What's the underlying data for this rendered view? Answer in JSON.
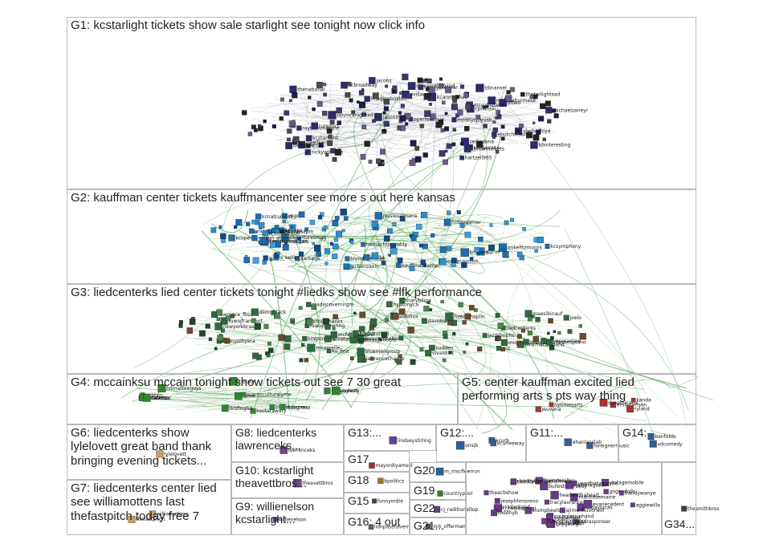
{
  "groups": [
    {
      "id": "G1",
      "label": "G1: kcstarlight tickets show sale starlight see tonight now click info"
    },
    {
      "id": "G2",
      "label": "G2: kauffman center tickets kauffmancenter see more s out here kansas"
    },
    {
      "id": "G3",
      "label": "G3: liedcenterks lied center tickets tonight #liedks show see #lfk performance"
    },
    {
      "id": "G4",
      "label": "G4: mccainksu mccain tonight show tickets out see 7 30 great"
    },
    {
      "id": "G5",
      "label": "G5: center kauffman excited lied performing arts s pts way thing"
    },
    {
      "id": "G6",
      "label": "G6: liedcenterks show lylelovett great band thank bringing evening tickets..."
    },
    {
      "id": "G7",
      "label": "G7: liedcenterks center lied see williamottens last thefastpitch today free 7"
    },
    {
      "id": "G8",
      "label": "G8: liedcenterks lawrenceks..."
    },
    {
      "id": "G9",
      "label": "G9: willienelson kcstarlight..."
    },
    {
      "id": "G10",
      "label": "G10: kcstarlight theavettbros..."
    },
    {
      "id": "G11",
      "label": "G11:..."
    },
    {
      "id": "G12",
      "label": "G12:..."
    },
    {
      "id": "G13",
      "label": "G13:..."
    },
    {
      "id": "G14",
      "label": "G14:"
    },
    {
      "id": "G15",
      "label": "G15"
    },
    {
      "id": "G16",
      "label": "G16: 4 out"
    },
    {
      "id": "G17",
      "label": "G17"
    },
    {
      "id": "G18",
      "label": "G18"
    },
    {
      "id": "G19",
      "label": "G19"
    },
    {
      "id": "G20",
      "label": "G20"
    },
    {
      "id": "G21",
      "label": "G21..."
    },
    {
      "id": "G22",
      "label": "G22"
    },
    {
      "id": "G34",
      "label": "G34..."
    }
  ],
  "node_labels": {
    "G1": [
      "shelbyfloyd",
      "raytamontagne",
      "ronmcknighted",
      "jakesh...",
      "hartzell965",
      "tdinansel",
      "thenational",
      "kcanmayfolk",
      "runpmcf",
      "ehutchinson",
      "michaelfranti",
      "kcstarlight",
      "melissaburmese",
      "jacobz",
      "mostlyspanish",
      "kcbroadway",
      "chicagotheband",
      "imagineboston",
      "thetwilightsad",
      "cpolinski",
      "deftones",
      "nickywichens",
      "chrisevans",
      "michaelzaneyr",
      "oftwo",
      "bbinteresting",
      "jasonmraz",
      "avillainlw",
      "rbrowntickets",
      "radiodana",
      "familytheyear",
      "mcsubsband",
      "pperfectfixie"
    ],
    "G2": [
      "kcpops",
      "vagon",
      "garbage",
      "bishopcrosson",
      "blondieofficial",
      "kempermuseum",
      "unionstationkc",
      "departuresmag",
      "kauffmancenter",
      "kcsymphony",
      "kcopera",
      "nelson_atkins",
      "icgrue",
      "stackmanmagen",
      "liveforinthesapm",
      "m_ccarpenter",
      "mikefitzmorris",
      "jesslesalmana",
      "g_kellior",
      "kccur",
      "fridaygarner",
      "kcnatruralist",
      "kcopera",
      "natnachtiegrahly",
      "kcsite",
      "lecbenzaxiv"
    ],
    "G3": [
      "liedcenterks",
      "kingsingers",
      "lawrencechamp",
      "michaelsseeking",
      "davidoaks",
      "sbyoperaolaw",
      "bluemangroup",
      "jazzsbophs",
      "annetangcinan",
      "jjamesyoseban",
      "lawrence_fbsa",
      "ku_fina",
      "joelo",
      "sudden",
      "kanssas_50cent",
      "luangthewring",
      "tuwojfrankfurt",
      "coz...",
      "pinkmartiniband",
      "newyorkbrass",
      "marybiliga",
      "dilmi_black",
      "cfosterspiano",
      "hyptonyca",
      "kannysthyera",
      "shockthanks",
      "madiscovernirgm",
      "vivaldikit",
      "mcfwopatrawvi",
      "sodoliva",
      "hvemchaplin",
      "mkaarelle",
      "maesibinauf",
      "bachoromaii"
    ],
    "G4": [
      "mccainksu",
      "k-state",
      "bluemangroup",
      "ksutarawdry",
      "hdmatteeguys",
      "tkbflogfsk",
      "kkbhfn",
      "lamo",
      "kstaterssc",
      "rtdamen",
      "schanglesh",
      "jennerg",
      "suarezculturalyme",
      "nlsarts"
    ],
    "G5": [
      "emilyrprison",
      "dynamicarts",
      "jeuvana",
      "ryland",
      "nytimesarts",
      "kanda"
    ],
    "G6": [
      "lylelovett"
    ],
    "G7": [
      "williamottens",
      "thefastpitch"
    ],
    "G8": [
      "lawrenceks"
    ],
    "G9": [
      "willienelson"
    ],
    "G10": [
      "theavettbros"
    ],
    "G11": [
      "foreignermusic",
      "ehanlanslab"
    ],
    "G12": [
      "onsjb",
      "kcurb",
      "kcurleeway"
    ],
    "G13": [
      "lindseystirling"
    ],
    "G14": [
      "vdcomedy",
      "benfolds"
    ],
    "G15": [
      "funnyordie"
    ],
    "G16": [
      "lionpasetavern"
    ],
    "G17": [
      "mayordiyamsel"
    ],
    "G18": [
      "bpolitics"
    ],
    "G19": [
      "countrypool"
    ],
    "G20": [
      "m_mscfloerrun"
    ],
    "G21": [
      "nick_offerman"
    ],
    "G22": [
      "cj_raditionaltop"
    ],
    "G34": [
      "thesmithbros"
    ],
    "misc": [
      "rj_radiaaprogj",
      "thekaterallen",
      "trumpbeats",
      "twinkleitmusic",
      "cccpglassinhand",
      "vintagemobile",
      "jesephhmoreno",
      "gogoodolls",
      "frandywanye",
      "theacbshow",
      "boygeorge",
      "aggiewilla",
      "oddballfest",
      "jriddlediglaf",
      "bullestoverbesy",
      "mantissemaine",
      "headandhaheart",
      "laurasponser",
      "tracylavrance",
      "n_idcheadho",
      "leidaylucas",
      "evanecedent",
      "tyoddthymnand",
      "hosteragsdev",
      "toddhyb",
      "ajimenhuvorwill",
      "yearthirtymaybe",
      "chistbythefinestshows"
    ]
  }
}
